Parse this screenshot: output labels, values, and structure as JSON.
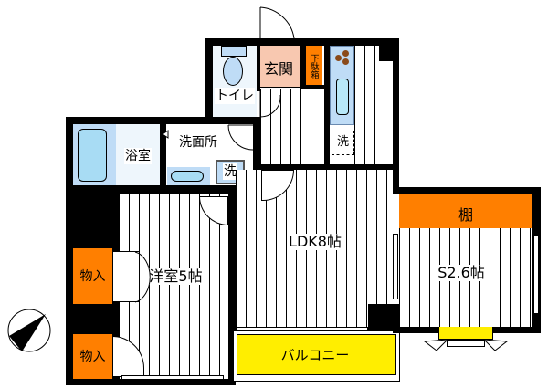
{
  "floor_plan": {
    "rooms": {
      "entrance": "玄関",
      "shoe_box": "下駄箱",
      "toilet": "トイレ",
      "bath": "浴室",
      "washroom": "洗面所",
      "washer": "洗",
      "fridge_space": "洗",
      "western_room": "洋室5帖",
      "closet_1": "物入",
      "closet_2": "物入",
      "ldk": "LDK8帖",
      "shelf": "棚",
      "service_room": "S2.6帖",
      "balcony": "バルコニー"
    },
    "colors": {
      "wall": "#000000",
      "entrance": "#f8c8b0",
      "storage": "#ff7f00",
      "water": "#bfdcf6",
      "balcony": "#ffee00"
    }
  }
}
